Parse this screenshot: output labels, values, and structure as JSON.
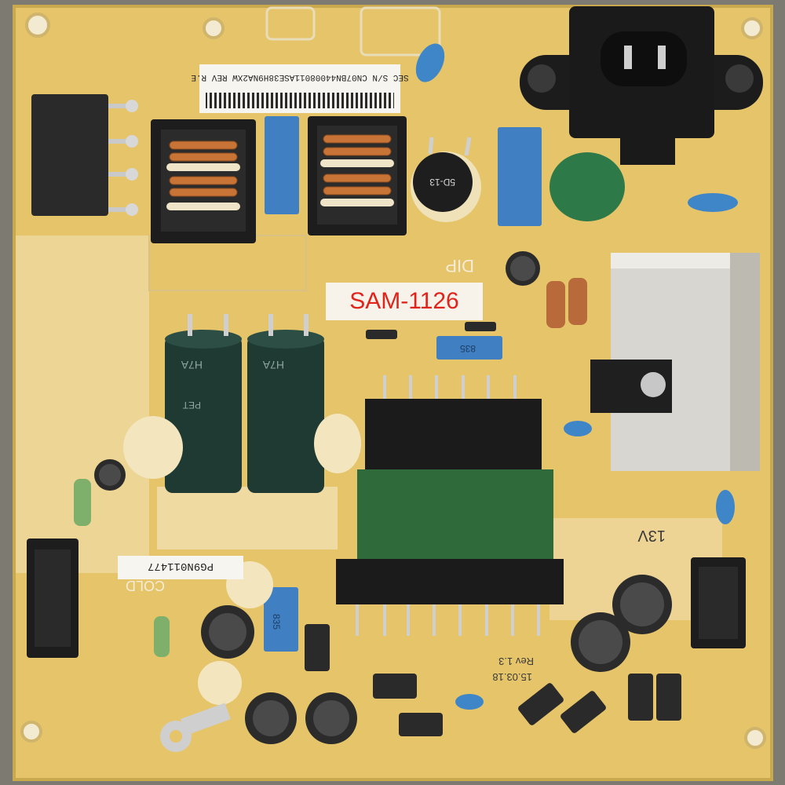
{
  "overlay_label": "SAM-1126",
  "board": {
    "serial_sticker": "SEC S/N  CN07BN44008011ASE38H9NA2XW  REV R.E",
    "part_sticker": "PG9N011477",
    "marking_cold": "COLD",
    "marking_dip": "DIP",
    "marking_13v": "13V",
    "marking_rev": "Rev 1.3",
    "marking_date": "15.03.18",
    "capacitor_text": "H7A",
    "capacitor_pet": "PET",
    "ntc_text": "5D-13",
    "blue_cap_835": "835",
    "blue_cap_835b": "835"
  },
  "colors": {
    "pcb": "#e7c56a",
    "pcb_light": "#f1dba0",
    "mask_white": "#e9e2cf",
    "electrolytic": "#1f3a33",
    "transformer": "#2f6b3a",
    "film_cap": "#3f7fc2",
    "caption_text": "#e0241b"
  }
}
